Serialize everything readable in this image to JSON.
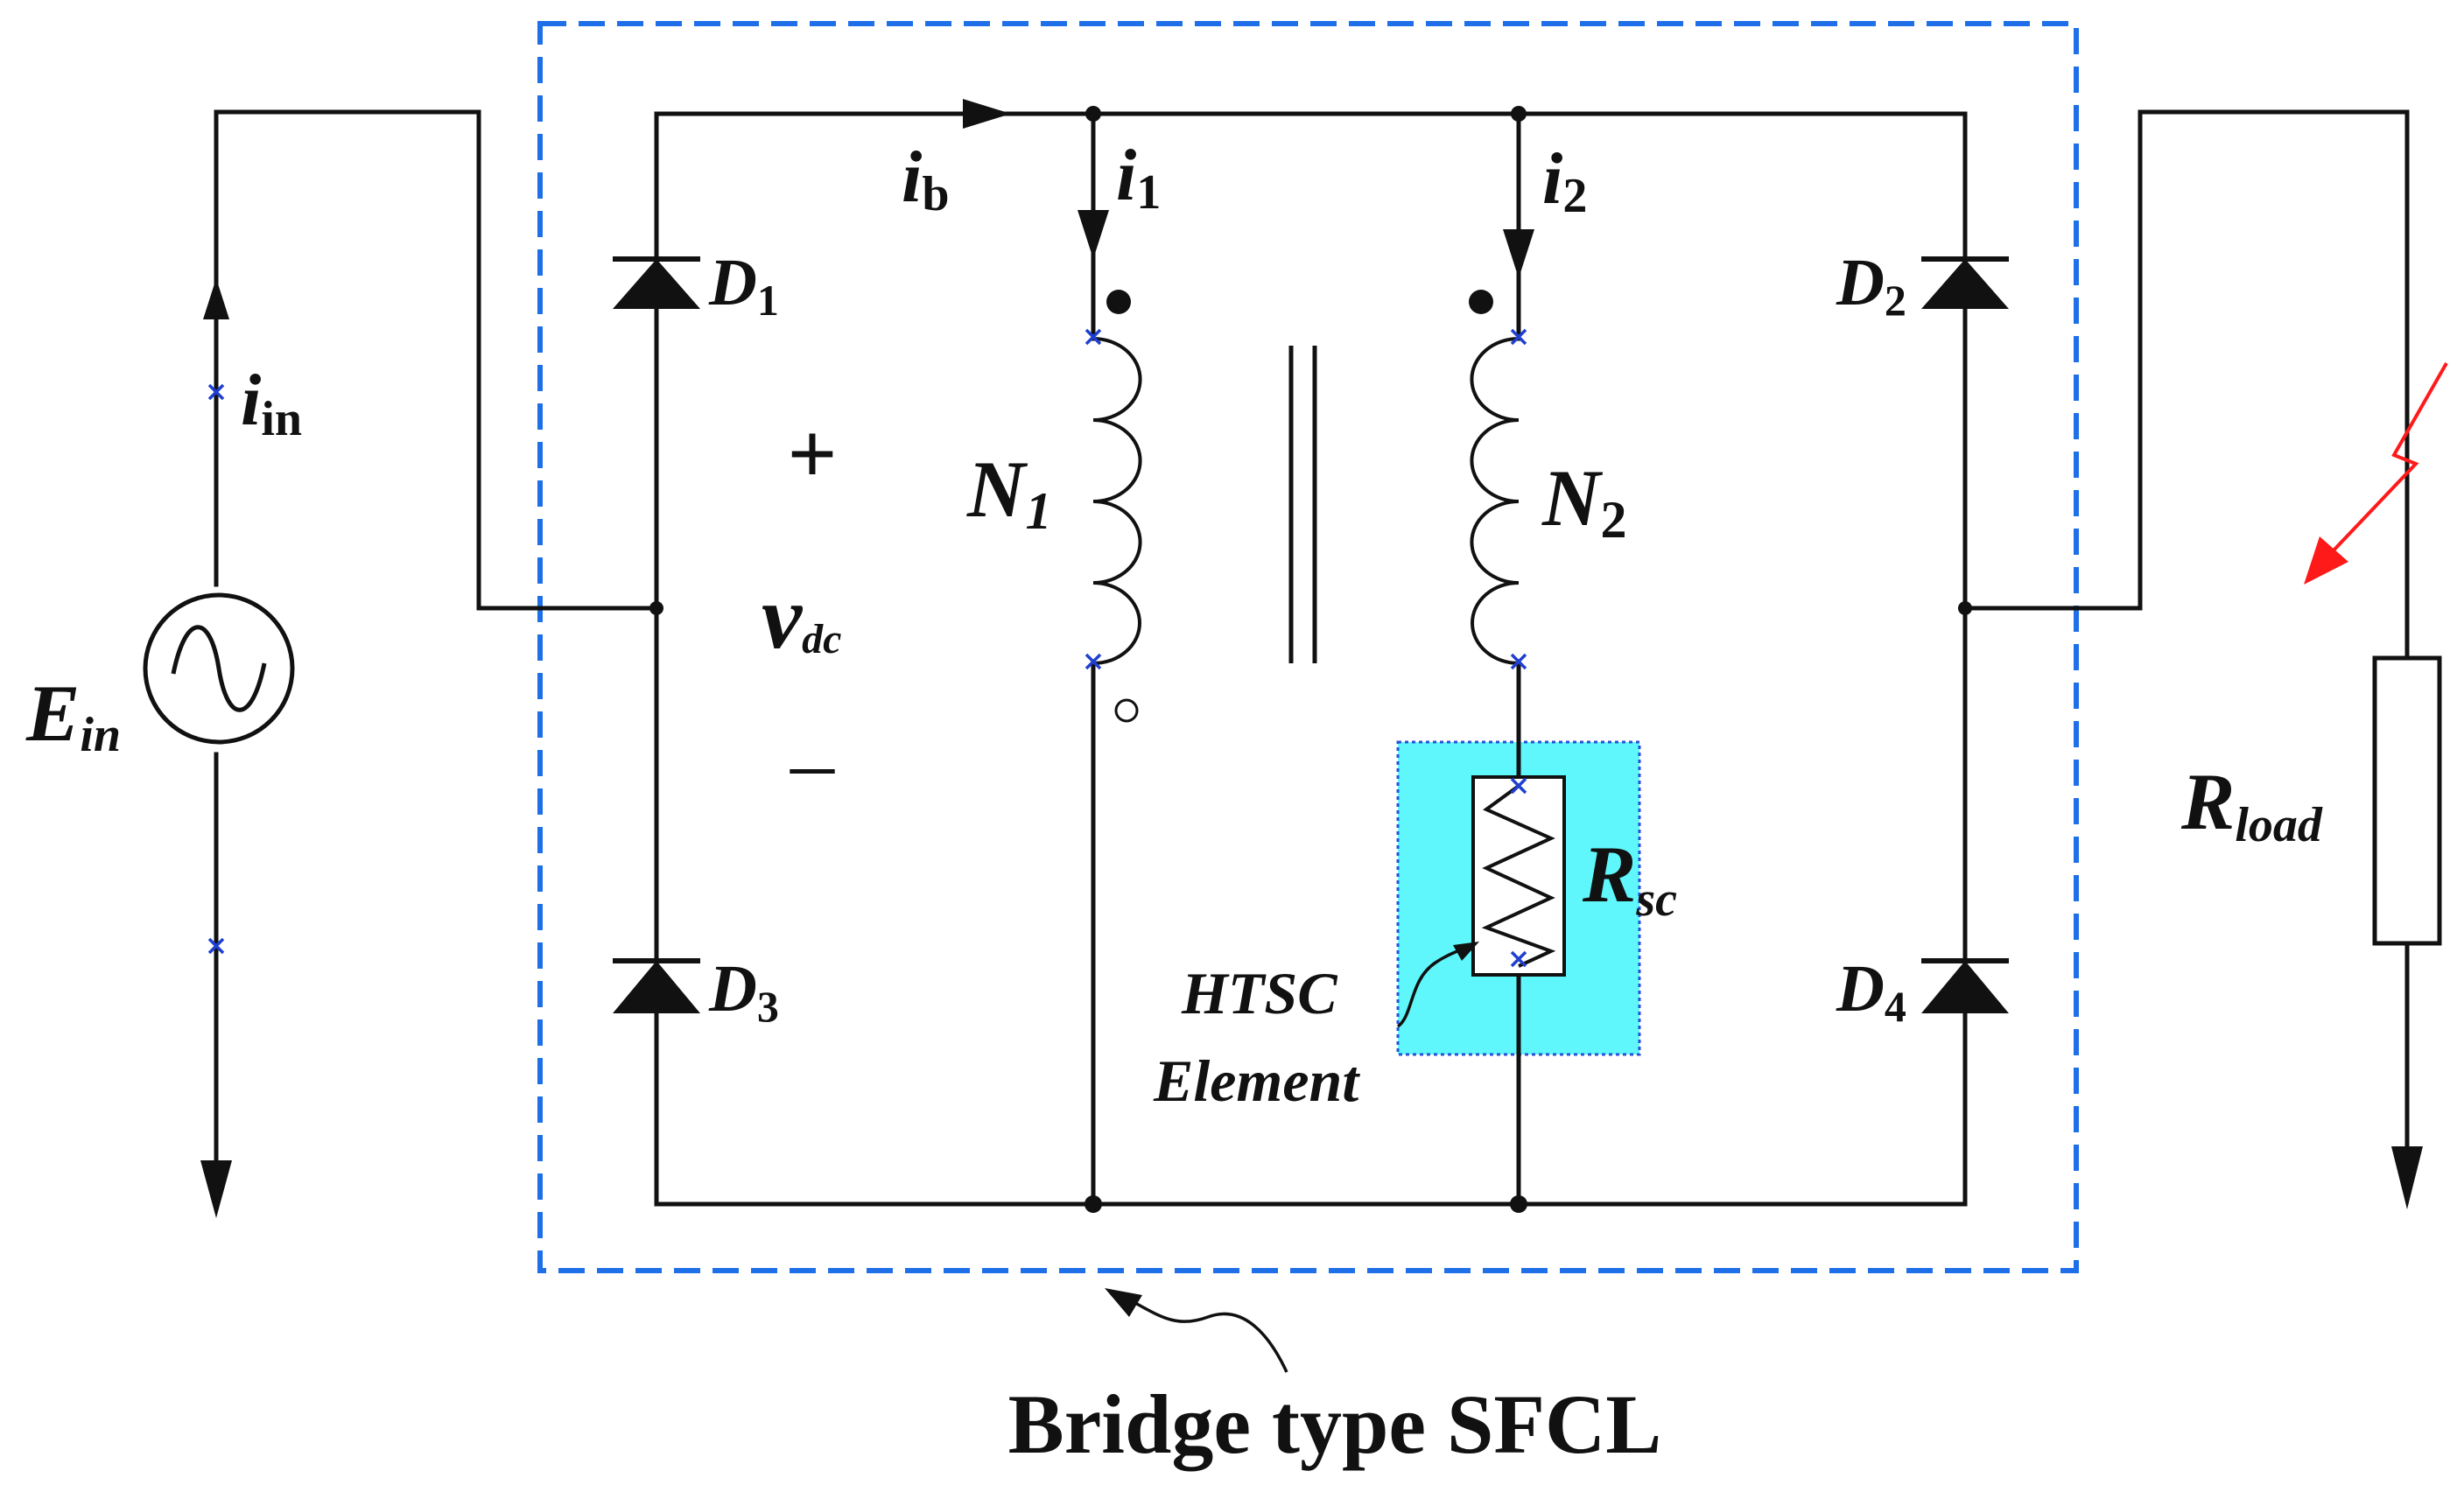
{
  "diagram": {
    "source": {
      "main": "E",
      "sub": "in"
    },
    "input_current": {
      "main": "i",
      "sub": "in"
    },
    "bridge_current": {
      "main": "i",
      "sub": "b"
    },
    "branch_current_1": {
      "main": "i",
      "sub": "1"
    },
    "branch_current_2": {
      "main": "i",
      "sub": "2"
    },
    "diodes": [
      {
        "main": "D",
        "sub": "1"
      },
      {
        "main": "D",
        "sub": "2"
      },
      {
        "main": "D",
        "sub": "3"
      },
      {
        "main": "D",
        "sub": "4"
      }
    ],
    "winding_1": {
      "main": "N",
      "sub": "1"
    },
    "winding_2": {
      "main": "N",
      "sub": "2"
    },
    "dc_voltage": {
      "plus": "+",
      "main": "v",
      "sub": "dc",
      "minus": "–"
    },
    "sc_resistor": {
      "main": "R",
      "sub": "sc"
    },
    "htsc_label": [
      "HTSC",
      "Element"
    ],
    "load": {
      "main": "R",
      "sub": "load"
    },
    "sfcl_label": "Bridge type SFCL",
    "colors": {
      "line": "#111111",
      "sfcl_border": "#1e6fe8",
      "htsc_fill": "#5ff7fb",
      "htsc_border": "#2a4fd8",
      "fault_arrow": "#ff1a1a",
      "terminal_marker": "#1f3fd0"
    }
  }
}
